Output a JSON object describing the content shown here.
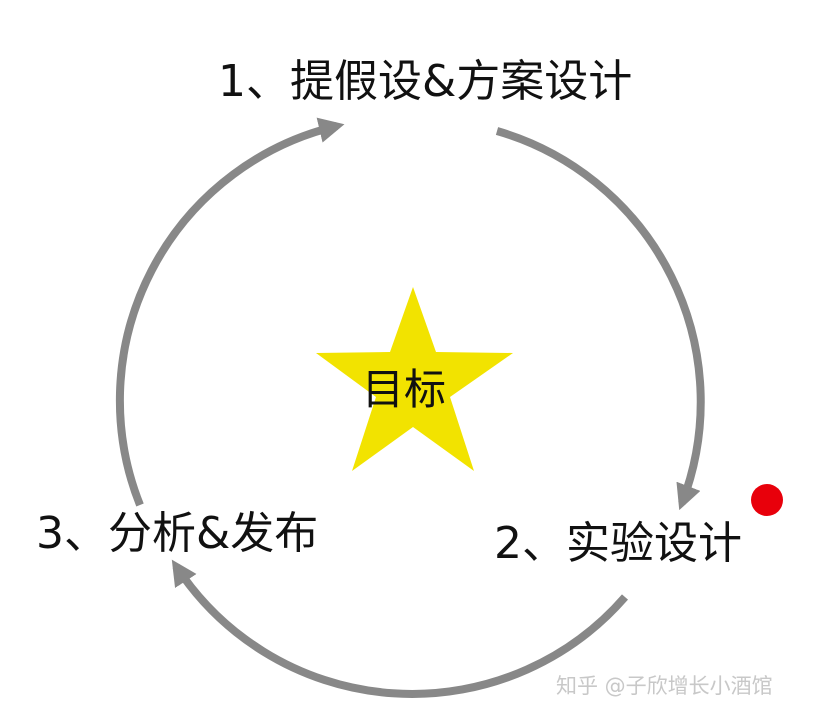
{
  "diagram": {
    "goal_label": "目标",
    "stages": [
      {
        "label": "1、提假设&方案设计"
      },
      {
        "label": "2、实验设计"
      },
      {
        "label": "3、分析&发布"
      }
    ],
    "colors": {
      "arrow": "#888888",
      "star": "#f2e300",
      "marker": "#e8000b",
      "text": "#111111"
    }
  },
  "watermark": "知乎 @子欣增长小酒馆"
}
